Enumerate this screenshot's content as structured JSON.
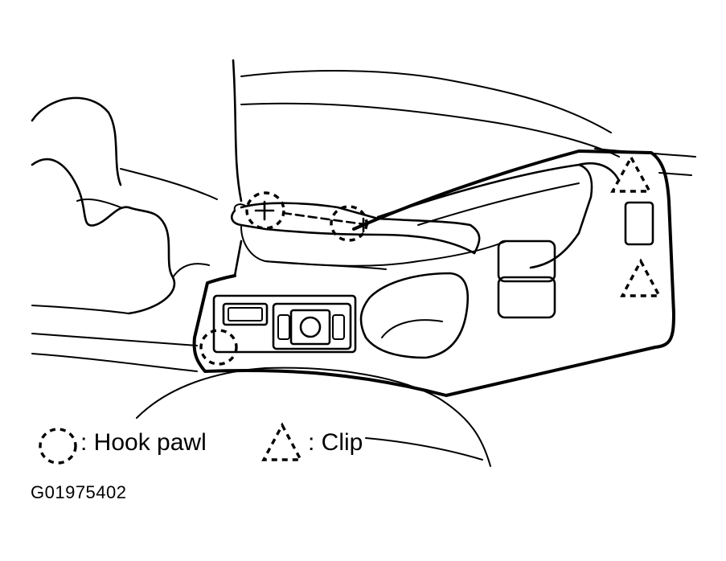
{
  "legend": {
    "hook_pawl": {
      "icon": "dashed-circle-icon",
      "text": ":  Hook pawl"
    },
    "clip": {
      "icon": "dashed-triangle-icon",
      "text": ": Clip"
    }
  },
  "figure_code": "G01975402",
  "colors": {
    "line": "#000000",
    "background": "#ffffff"
  }
}
